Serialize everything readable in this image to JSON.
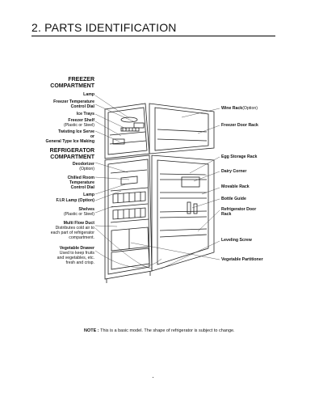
{
  "title": "2. PARTS IDENTIFICATION",
  "left_labels": {
    "freezer_compartment": [
      "FREEZER",
      "COMPARTMENT"
    ],
    "lamp": "Lamp",
    "freezer_temp_dial": [
      "Freezer Temperature",
      "Control Dial"
    ],
    "ice_trays": "Ice Trays",
    "freezer_shelf": [
      "Freezer Shelf",
      "(Plastic or Steel)"
    ],
    "twisting_ice": [
      "Twisting Ice Serve",
      "or",
      "General Type Ice Making"
    ],
    "refrigerator_compartment": [
      "REFRIGERATOR",
      "COMPARTMENT"
    ],
    "deodorizer": [
      "Deodorizer",
      "(Option)"
    ],
    "chilled_room": [
      "Chilled Room",
      "Temperature",
      "Control Dial"
    ],
    "lamp2": "Lamp",
    "fir_lamp": "F.I.R Lamp (Option)",
    "shelves": [
      "Shelves",
      "(Plastic or Steel)"
    ],
    "multi_flow": [
      "Multi Flow Duct",
      "Distributes cold air to",
      "each part of refrigerator",
      "compartment."
    ],
    "vegetable_drawer": [
      "Vegetable Drawer",
      "Used to keep fruits",
      "and vegetables, etc.",
      "fresh and crisp."
    ]
  },
  "right_labels": {
    "wine_rack": [
      "Wine Rack",
      "(Option)"
    ],
    "freezer_door_rack": "Freezer Door Rack",
    "egg_storage": "Egg Storage Rack",
    "dairy_corner": "Dairy Corner",
    "movable_rack": "Movable Rack",
    "bottle_guide": "Bottle Guide",
    "refrigerator_door_rack": [
      "Refrigerator Door",
      "Rack"
    ],
    "leveling_screw": "Leveling Screw",
    "vegetable_partitioner": "Vegetable Partitioner"
  },
  "note": {
    "prefix": "NOTE :",
    "text": "This is a basic model. The shape of refrigerator is subject to change."
  }
}
